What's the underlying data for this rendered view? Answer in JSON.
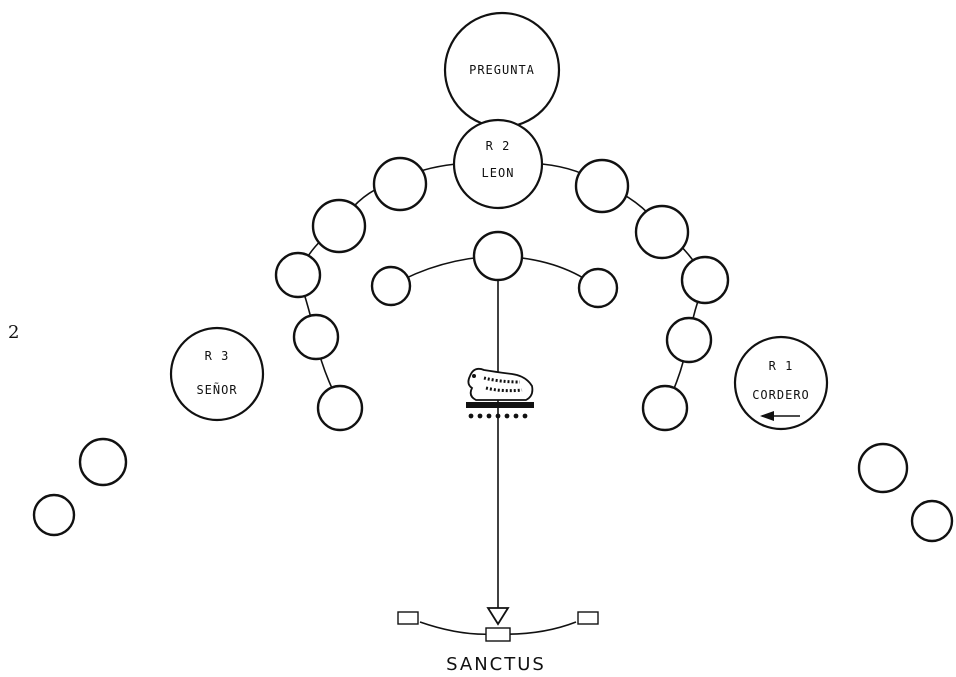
{
  "page_number": "2",
  "top_node": {
    "label": "PREGUNTA"
  },
  "r2": {
    "line1": "R 2",
    "line2": "LEON"
  },
  "r3": {
    "line1": "R 3",
    "line2": "SEÑOR"
  },
  "r1": {
    "line1": "R 1",
    "line2": "CORDERO"
  },
  "bottom": {
    "label": "SANCTUS"
  },
  "lamb_icon": "lamb-on-pedestal-icon"
}
